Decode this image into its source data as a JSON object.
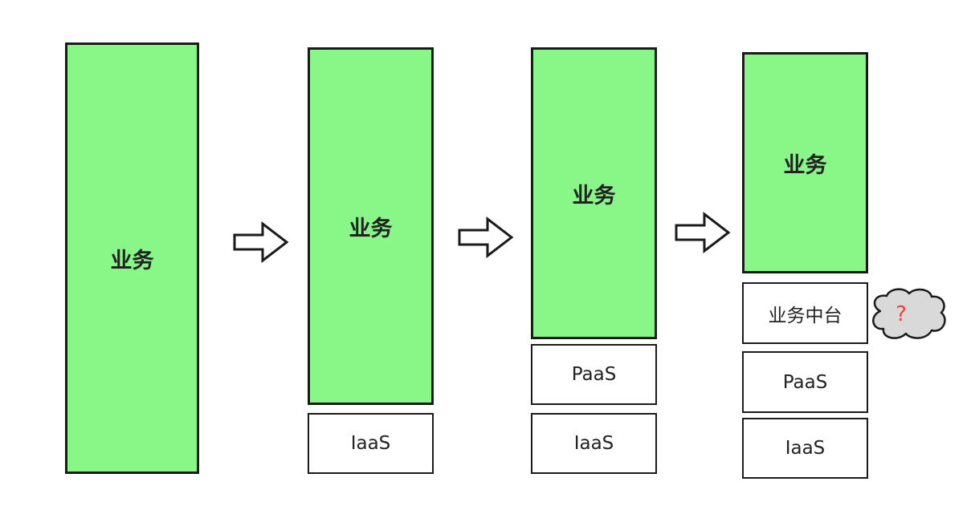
{
  "stages": [
    {
      "business_label": "业务"
    },
    {
      "business_label": "业务",
      "layers": [
        "IaaS"
      ]
    },
    {
      "business_label": "业务",
      "layers": [
        "PaaS",
        "IaaS"
      ]
    },
    {
      "business_label": "业务",
      "layers": [
        "业务中台",
        "PaaS",
        "IaaS"
      ],
      "callout": "?"
    }
  ],
  "colors": {
    "business_fill": "#88f788",
    "border": "#1a1a1a",
    "cloud_fill": "#d9d9d9",
    "question_mark": "#e8453c"
  }
}
